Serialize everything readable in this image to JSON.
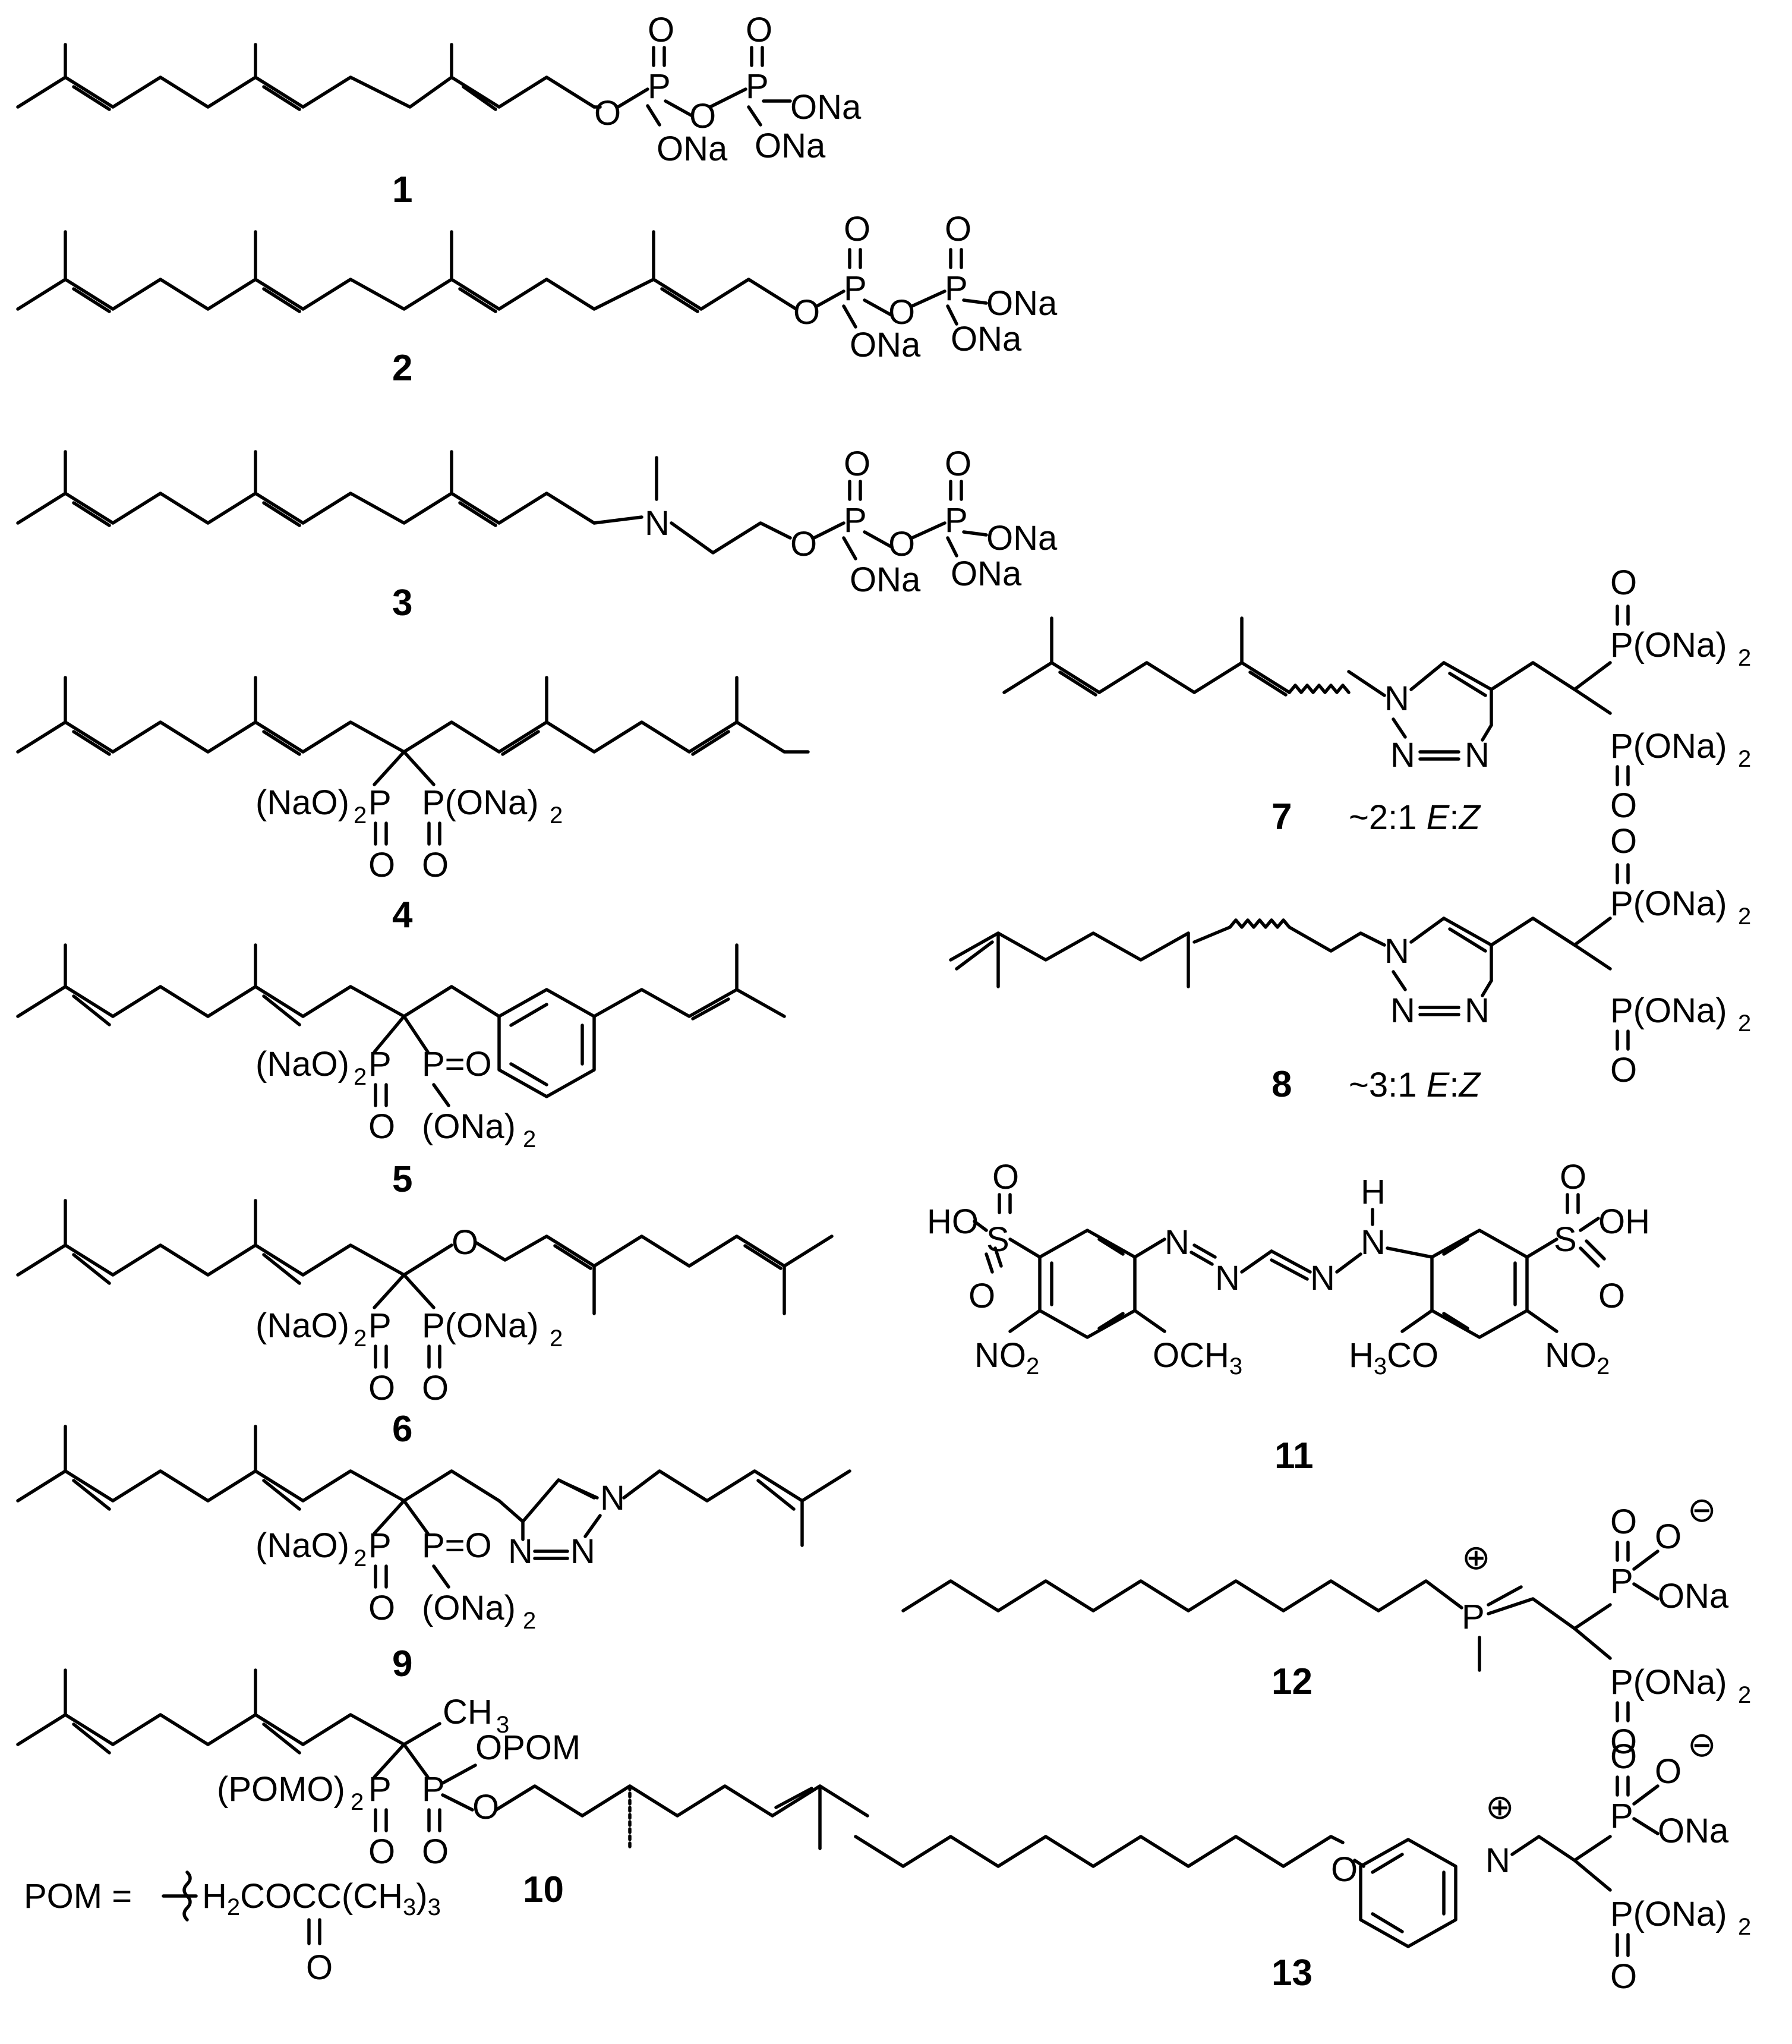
{
  "compounds": {
    "c1": {
      "number": "1"
    },
    "c2": {
      "number": "2"
    },
    "c3": {
      "number": "3"
    },
    "c4": {
      "number": "4"
    },
    "c5": {
      "number": "5"
    },
    "c6": {
      "number": "6"
    },
    "c7": {
      "number": "7",
      "ratio": "~2:1",
      "iso_e": "E",
      "iso_z": "Z"
    },
    "c8": {
      "number": "8",
      "ratio": "~3:1",
      "iso_e": "E",
      "iso_z": "Z"
    },
    "c9": {
      "number": "9"
    },
    "c10": {
      "number": "10"
    },
    "c11": {
      "number": "11"
    },
    "c12": {
      "number": "12"
    },
    "c13": {
      "number": "13"
    }
  },
  "labels": {
    "O": "O",
    "P": "P",
    "N": "N",
    "S": "S",
    "H": "H",
    "ONa": "ONa",
    "OH": "OH",
    "HO": "HO",
    "PONa2": "P(ONa)",
    "NaO2P": "(NaO)",
    "POMO2": "(POMO)",
    "ONa2": "(ONa)",
    "two": "2",
    "OPOM": "OPOM",
    "CH3": "CH",
    "three": "3",
    "NO2": "NO",
    "OCH3": "OCH",
    "H3CO_H": "H",
    "H3CO_CO": "CO",
    "P_eq_O": "P=O",
    "plus": "⊕",
    "minus": "⊖",
    "colon": ":"
  },
  "pom": {
    "lhs": "POM =",
    "formula": "H",
    "f2": "COCC(CH",
    "f3": ")",
    "sub2": "2",
    "sub3": "3",
    "o": "O"
  }
}
